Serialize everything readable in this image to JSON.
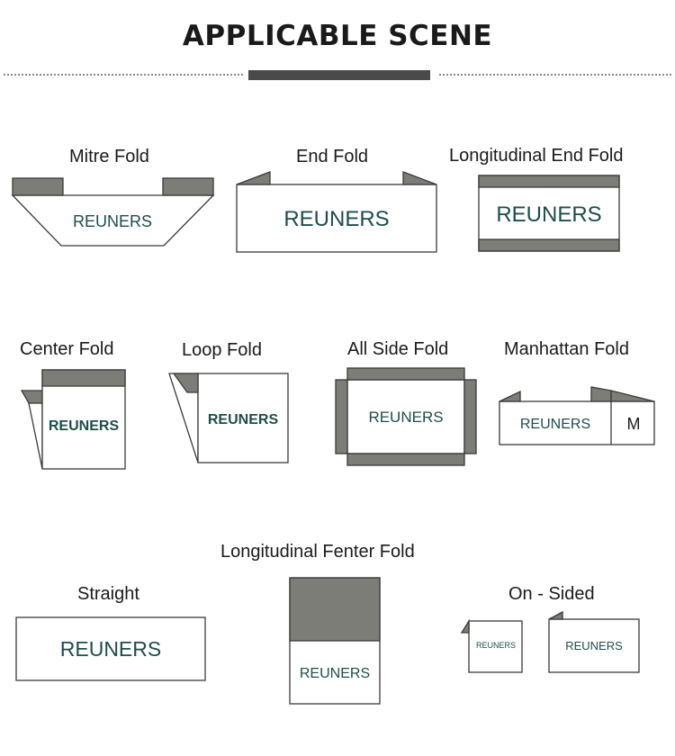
{
  "title": "APPLICABLE SCENE",
  "brand": "REUNERS",
  "manhattan_letter": "M",
  "labels": {
    "mitre": "Mitre Fold",
    "end": "End Fold",
    "long_end": "Longitudinal End Fold",
    "center": "Center Fold",
    "loop": "Loop Fold",
    "all_side": "All Side Fold",
    "manhattan": "Manhattan Fold",
    "long_fenter": "Longitudinal Fenter Fold",
    "straight": "Straight",
    "on_sided": "On - Sided"
  },
  "colors": {
    "fold_gray": "#7d7d78",
    "outline": "#3a3a3a",
    "brand_text": "#1f4d4a"
  }
}
